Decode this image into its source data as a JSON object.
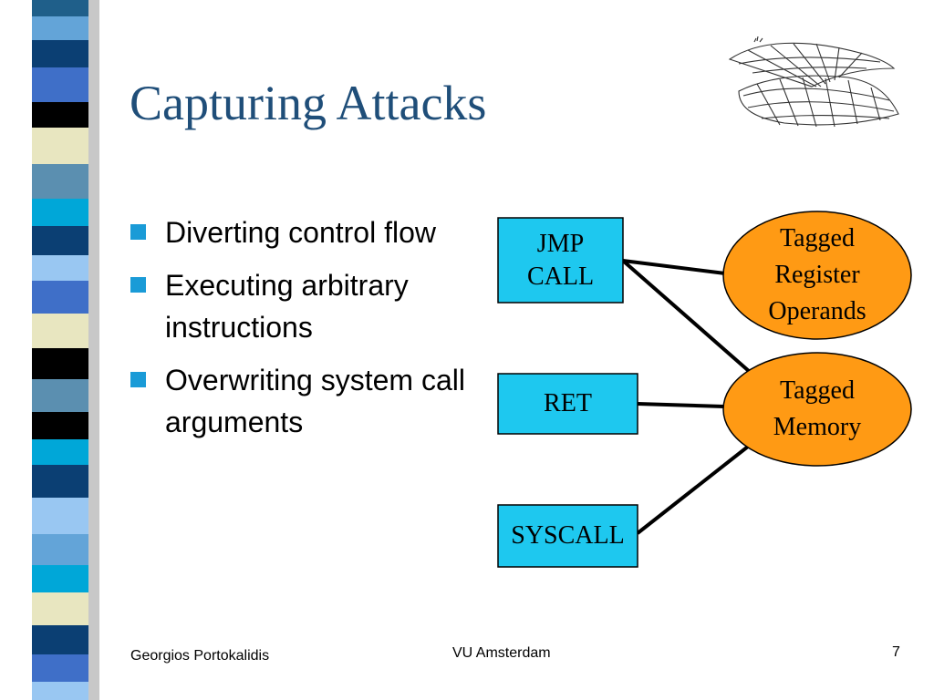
{
  "slide": {
    "title": "Capturing Attacks",
    "bullets": [
      "Diverting control flow",
      "Executing arbitrary instructions",
      "Overwriting system call arguments"
    ],
    "footer": {
      "author": "Georgios Portokalidis",
      "institution": "VU Amsterdam",
      "page_number": "7"
    }
  },
  "diagram": {
    "instructions": [
      {
        "id": "jmp-call",
        "label": "JMP\nCALL"
      },
      {
        "id": "ret",
        "label": "RET"
      },
      {
        "id": "syscall",
        "label": "SYSCALL"
      }
    ],
    "targets": [
      {
        "id": "tagged-register-operands",
        "label": "Tagged\nRegister\nOperands"
      },
      {
        "id": "tagged-memory",
        "label": "Tagged\nMemory"
      }
    ],
    "connections": [
      {
        "from": "jmp-call",
        "to": "tagged-register-operands"
      },
      {
        "from": "jmp-call",
        "to": "tagged-memory"
      },
      {
        "from": "ret",
        "to": "tagged-memory"
      },
      {
        "from": "syscall",
        "to": "tagged-memory"
      }
    ]
  },
  "colors": {
    "title": "#1f4e79",
    "bullet": "#1a9bd7",
    "instruction_box": "#1ec8ef",
    "target_ellipse": "#ff9a14",
    "stripe_palette": [
      "#1f5f8a",
      "#63a4d8",
      "#0b3f73",
      "#000000",
      "#e8e6c0",
      "#5b8fb0",
      "#00a7d8",
      "#3f6fc8",
      "#99c7f2"
    ]
  },
  "icons": {
    "bullet": "square-bullet-icon",
    "decoration": "fishing-net-icon"
  }
}
